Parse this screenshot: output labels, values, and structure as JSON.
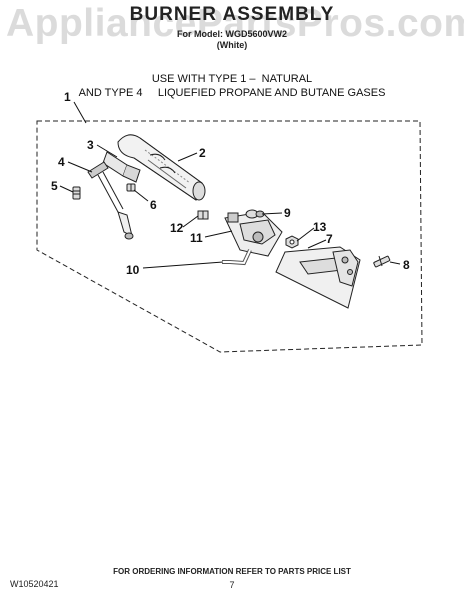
{
  "watermark": "AppliancePartsPros.com",
  "header": {
    "title": "BURNER ASSEMBLY",
    "subtitle": "For Model: WGD5600VW2",
    "color": "(White)"
  },
  "usage": {
    "line1": "USE WITH TYPE 1 –  NATURAL",
    "line2": "AND TYPE 4     LIQUEFIED PROPANE AND BUTANE GASES"
  },
  "callouts": {
    "c1": "1",
    "c2": "2",
    "c3": "3",
    "c4": "4",
    "c5": "5",
    "c6": "6",
    "c7": "7",
    "c8": "8",
    "c9": "9",
    "c10": "10",
    "c11": "11",
    "c12": "12",
    "c13": "13"
  },
  "footer": {
    "doc_number": "W10520421",
    "ordering_info": "FOR ORDERING INFORMATION REFER TO PARTS PRICE LIST",
    "page_number": "7"
  },
  "colors": {
    "ink": "#111111",
    "watermark": "#bebebe"
  }
}
